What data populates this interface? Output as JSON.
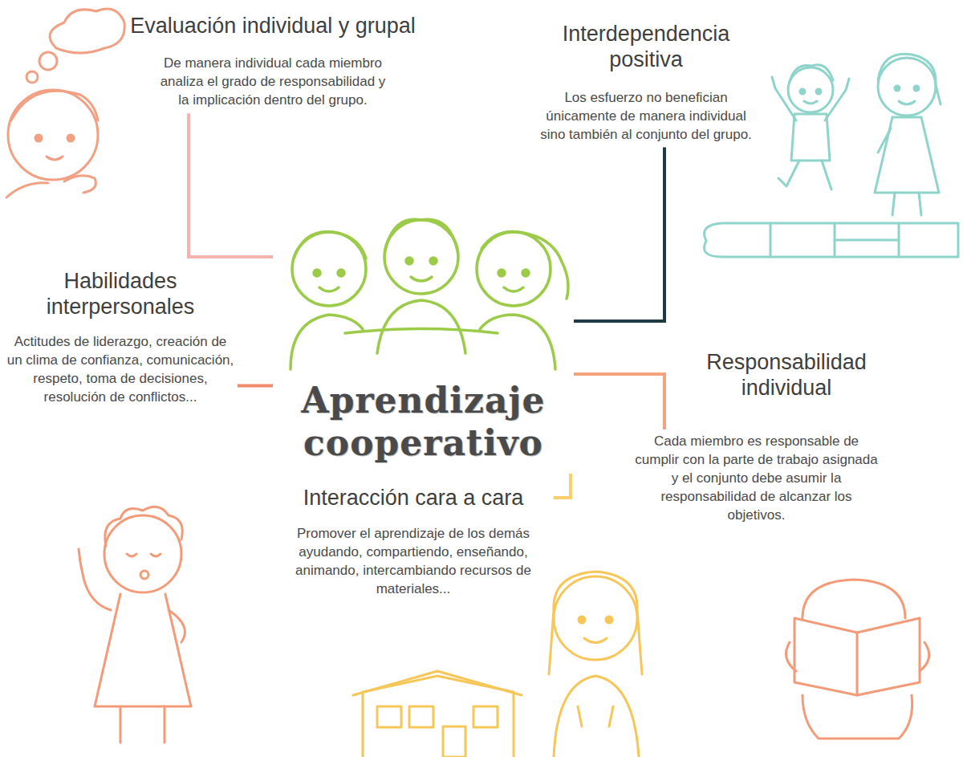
{
  "diagram": {
    "nodes": [
      {
        "text": [
          "Evaluación individual y grupal",
          "De manera individual cada miembro analiza el grado de responsabilidad y la implicación dentro del grupo."
        ]
      },
      {
        "text": [
          "Interdependencia positiva",
          "Los esfuerzo no benefician únicamente de manera individual sino también al conjunto del grupo."
        ]
      },
      {
        "text": [
          "Habilidades interpersonales",
          "Actitudes de liderazgo, creación de un clima de confianza, comunicación, respeto, toma de decisiones, resolución de conflictos..."
        ]
      },
      {
        "text": [
          "Aprendizaje cooperativo"
        ]
      },
      {
        "text": [
          "Responsabilidad individual",
          "Cada miembro es responsable de cumplir con la parte de trabajo asignada y el conjunto debe asumir la responsabilidad de alcanzar los objetivos."
        ]
      },
      {
        "text": [
          "Interacción cara a cara",
          "Promover el aprendizaje de los demás ayudando, compartiendo, enseñando, animando, intercambiando recursos de materiales..."
        ]
      }
    ],
    "edges": [
      {
        "from": 3,
        "to": 0,
        "arrow": "none"
      },
      {
        "from": 3,
        "to": 1,
        "arrow": "none"
      },
      {
        "from": 3,
        "to": 2,
        "arrow": "none"
      },
      {
        "from": 3,
        "to": 4,
        "arrow": "none"
      },
      {
        "from": 3,
        "to": 5,
        "arrow": "none"
      }
    ]
  }
}
